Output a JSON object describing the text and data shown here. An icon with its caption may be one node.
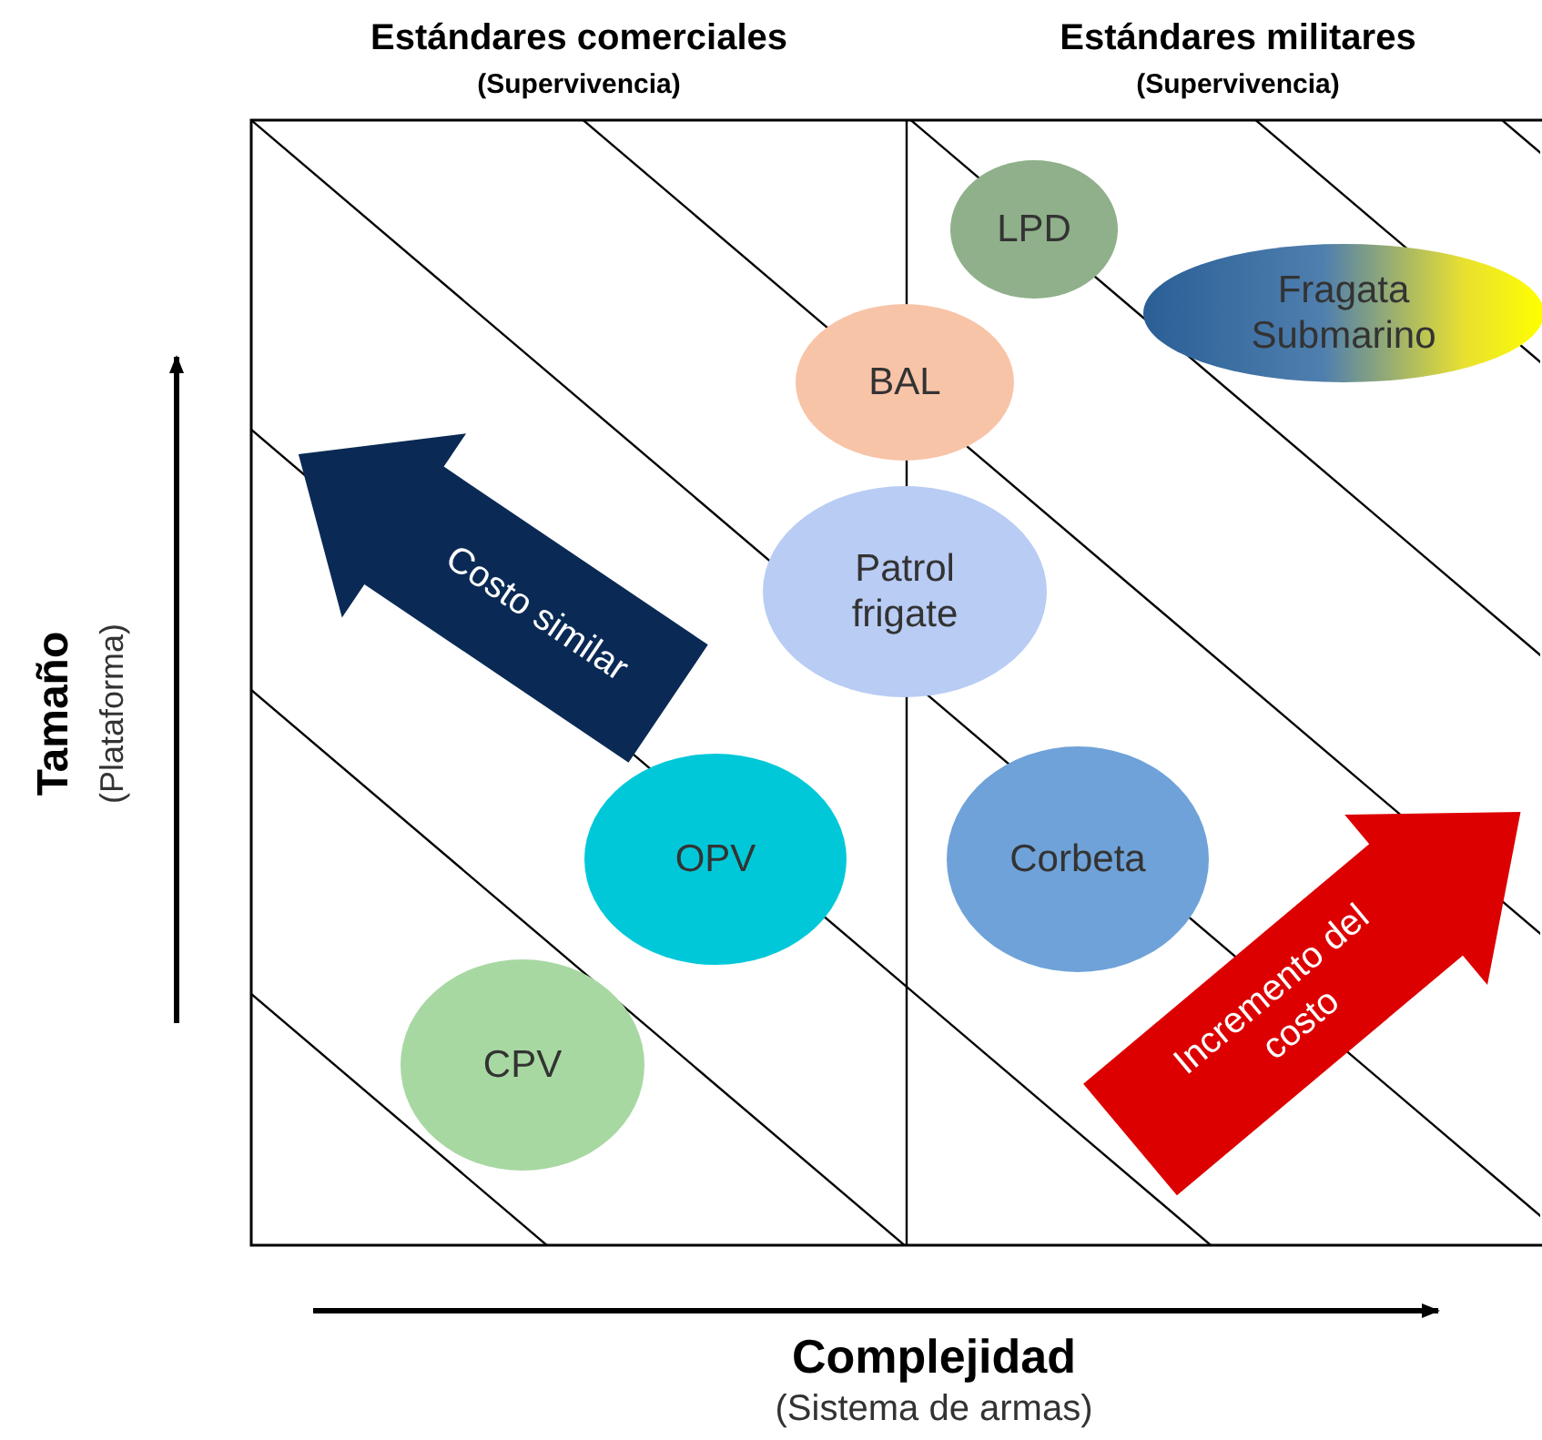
{
  "diagram": {
    "nodes": [
      {
        "text": [
          "LPD"
        ]
      },
      {
        "text": [
          "Fragata Submarino"
        ]
      },
      {
        "text": [
          "BAL"
        ]
      },
      {
        "text": [
          "Patrol frigate"
        ]
      },
      {
        "text": [
          "Costo similar"
        ]
      },
      {
        "text": [
          "OPV"
        ]
      },
      {
        "text": [
          "Corbeta"
        ]
      },
      {
        "text": [
          "Incremento del costo"
        ]
      },
      {
        "text": [
          "CPV"
        ]
      }
    ],
    "edges": [],
    "labels": [
      "Estándares comerciales",
      "(Supervivencia)",
      "Estándares militares",
      "(Supervivencia)",
      "Tamaño",
      "(Plataforma)",
      "Complejidad",
      "(Sistema de armas)"
    ]
  }
}
